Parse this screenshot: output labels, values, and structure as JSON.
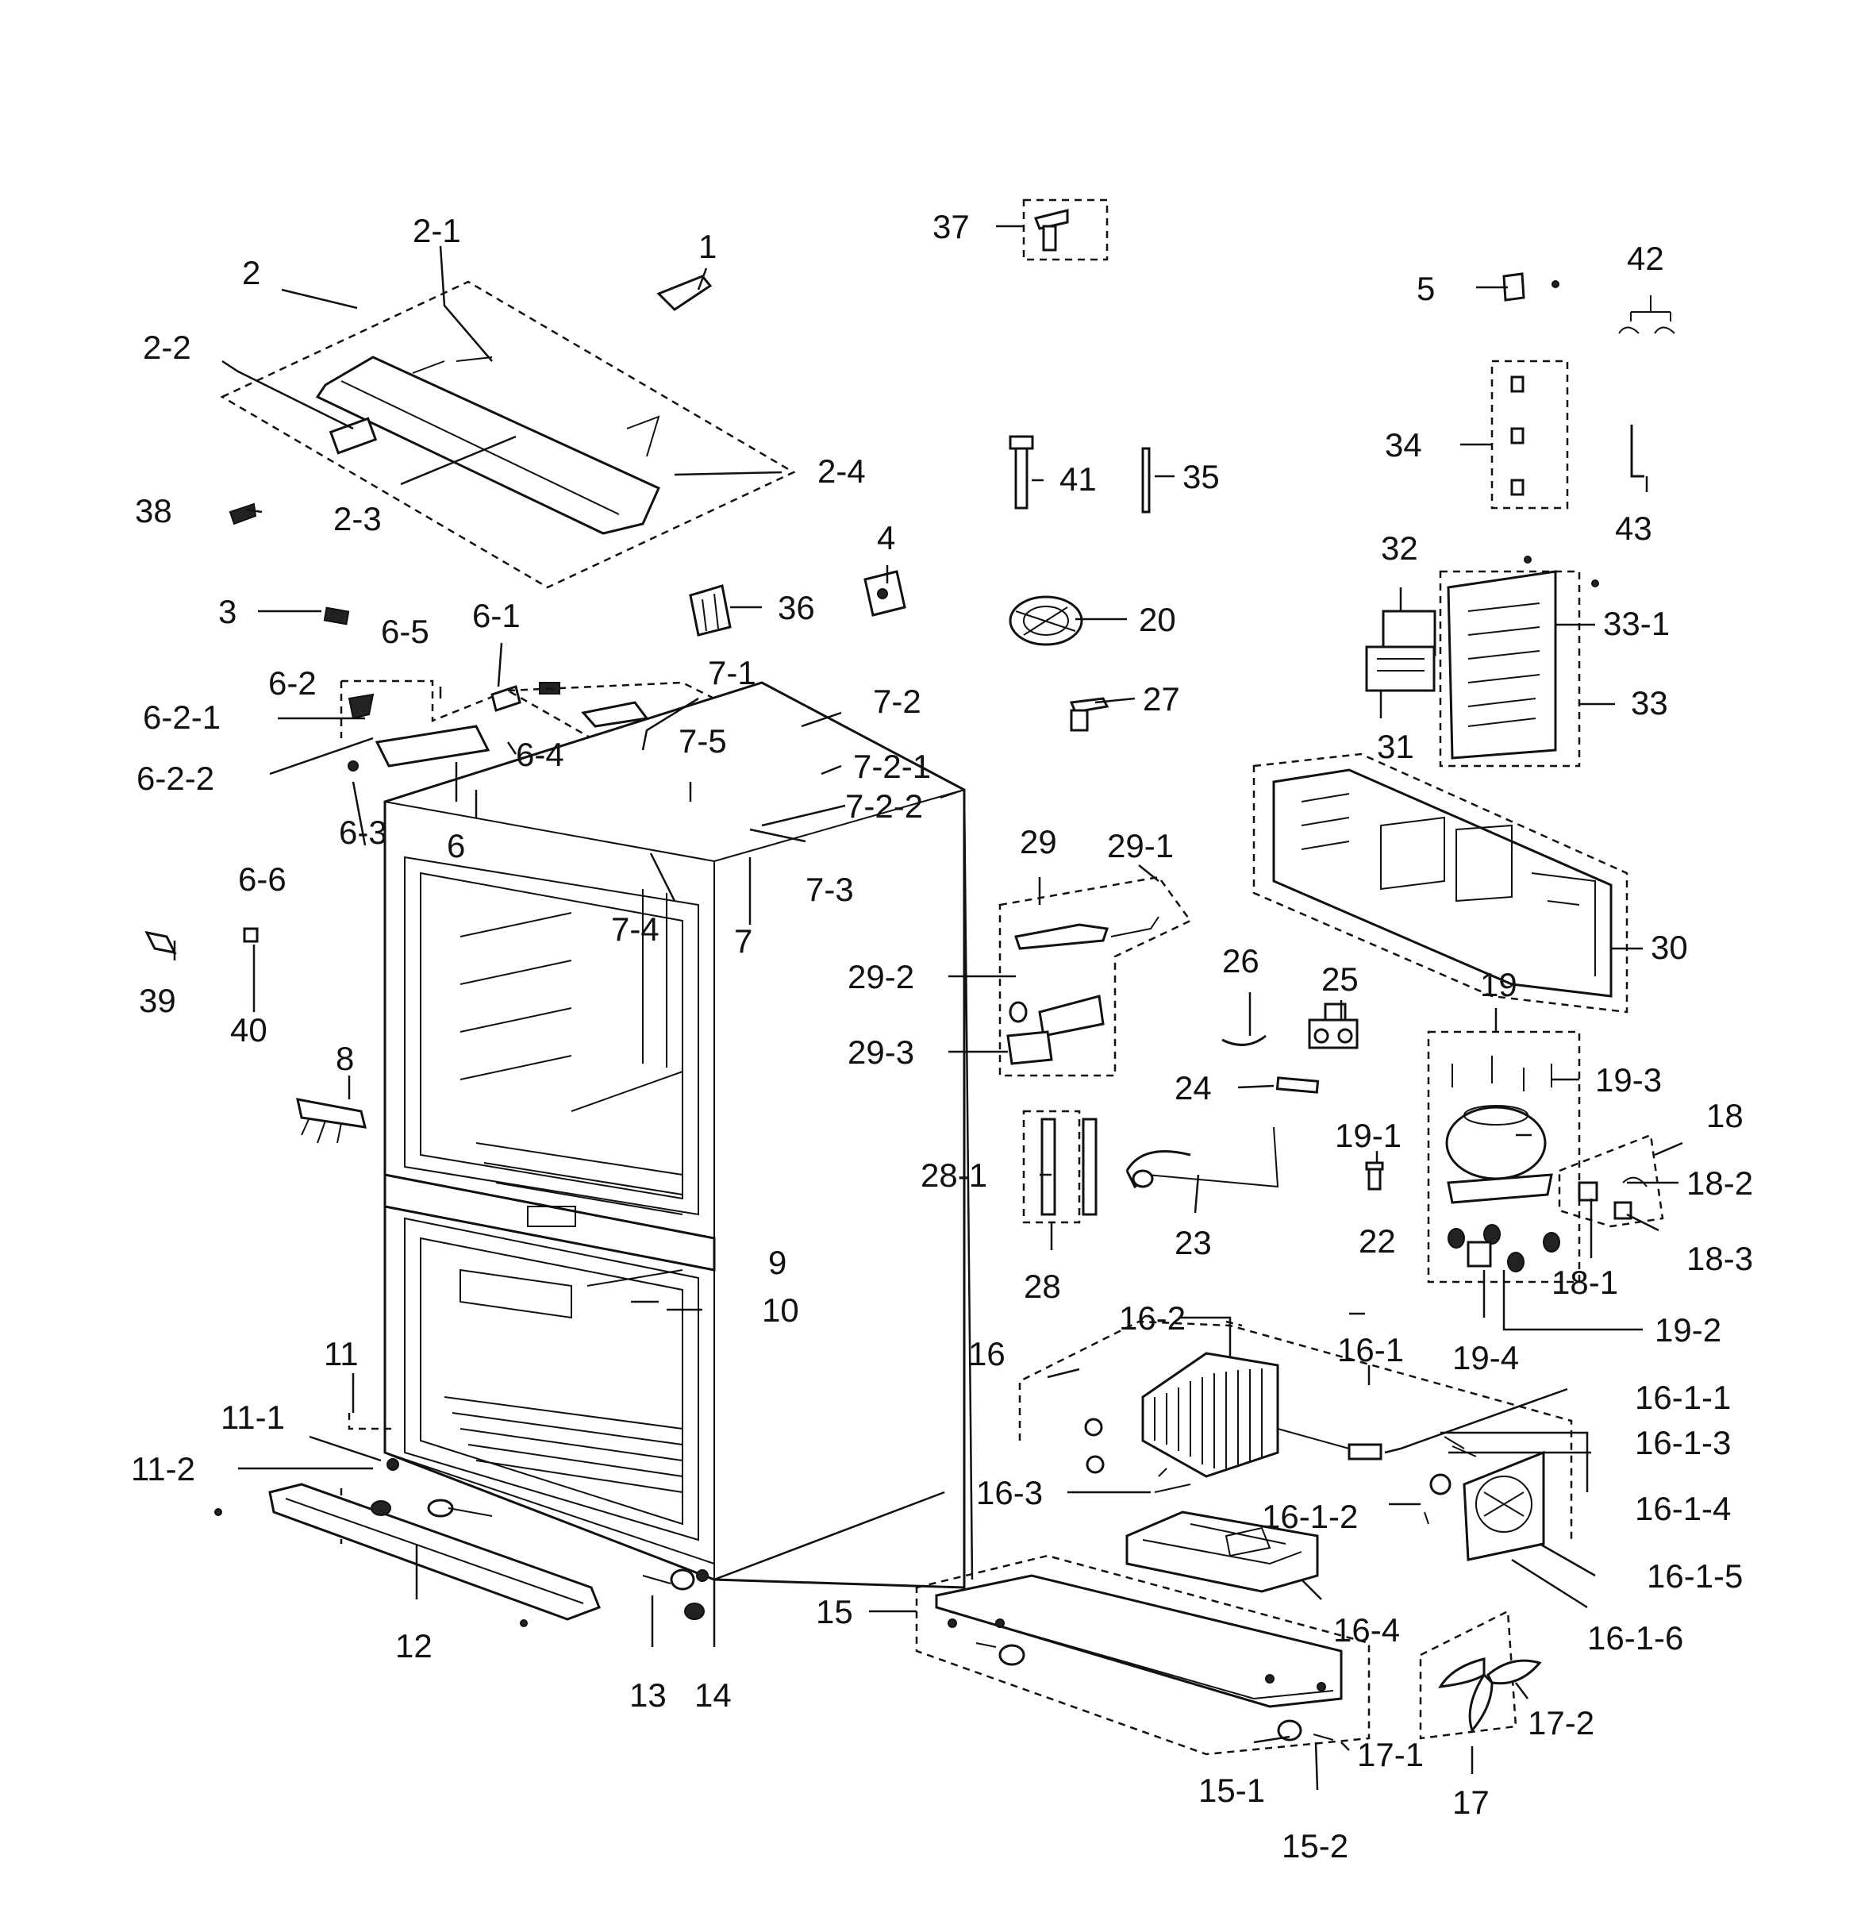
{
  "callouts": [
    "1",
    "2",
    "2-1",
    "2-2",
    "2-3",
    "2-4",
    "3",
    "4",
    "5",
    "6",
    "6-1",
    "6-2",
    "6-2-1",
    "6-2-2",
    "6-3",
    "6-4",
    "6-5",
    "6-6",
    "7",
    "7-1",
    "7-2",
    "7-2-1",
    "7-2-2",
    "7-3",
    "7-4",
    "7-5",
    "8",
    "9",
    "10",
    "11",
    "11-1",
    "11-2",
    "12",
    "13",
    "14",
    "15",
    "15-1",
    "15-2",
    "16",
    "16-1",
    "16-1-1",
    "16-1-2",
    "16-1-3",
    "16-1-4",
    "16-1-5",
    "16-1-6",
    "16-2",
    "16-3",
    "16-4",
    "17",
    "17-1",
    "17-2",
    "18",
    "18-1",
    "18-2",
    "18-3",
    "19",
    "19-1",
    "19-2",
    "19-3",
    "19-4",
    "20",
    "22",
    "23",
    "24",
    "25",
    "26",
    "27",
    "28",
    "28-1",
    "29",
    "29-1",
    "29-2",
    "29-3",
    "30",
    "31",
    "32",
    "33",
    "33-1",
    "34",
    "35",
    "36",
    "37",
    "38",
    "39",
    "40",
    "41",
    "42",
    "43"
  ]
}
